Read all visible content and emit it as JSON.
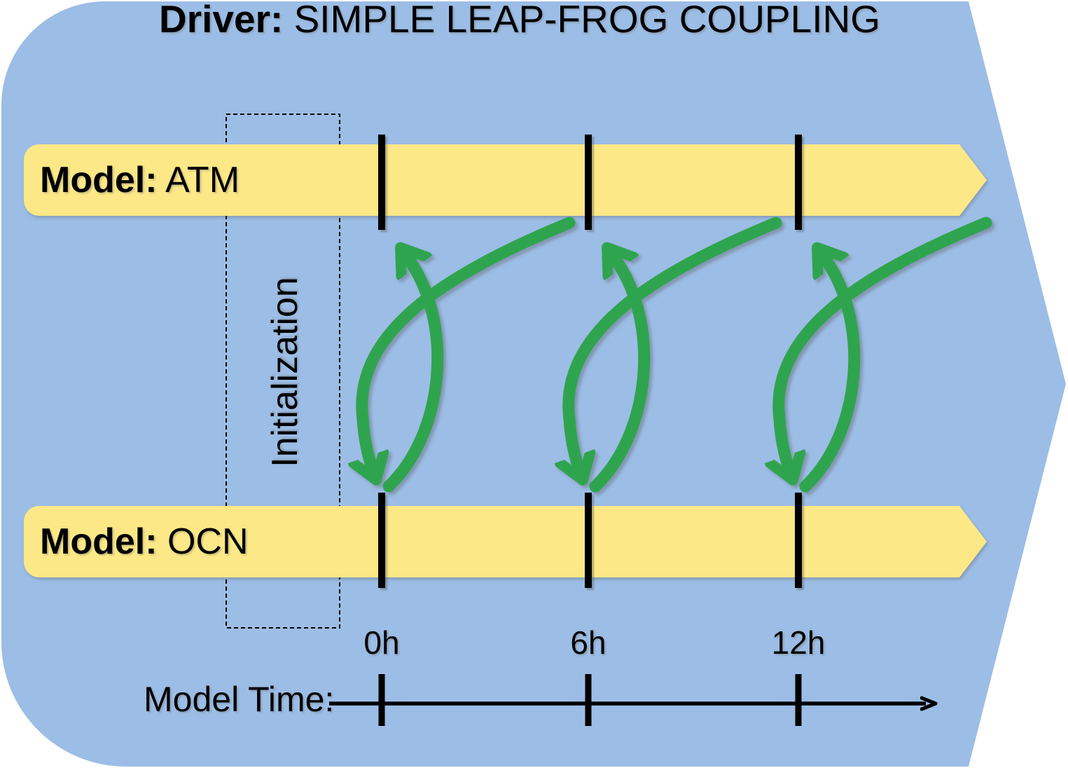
{
  "title": {
    "prefix": "Driver:",
    "text": " SIMPLE LEAP-FROG COUPLING"
  },
  "timelines": {
    "atm": {
      "prefix": "Model:",
      "name": " ATM"
    },
    "ocn": {
      "prefix": "Model:",
      "name": " OCN"
    }
  },
  "initialization_label": "Initialization",
  "time_axis": {
    "label": "Model Time:",
    "tick_labels": [
      "0h",
      "6h",
      "12h"
    ]
  },
  "coupling": {
    "up_arrows": "OCN to ATM exchange at 0h, 6h, 12h",
    "down_arrows": "ATM to OCN exchange at 0h, 6h, 12h"
  },
  "colors": {
    "background": "#9CBDE5",
    "timeline": "#FCE886",
    "coupling_arrow": "#2FA44E",
    "ink": "#000000"
  }
}
